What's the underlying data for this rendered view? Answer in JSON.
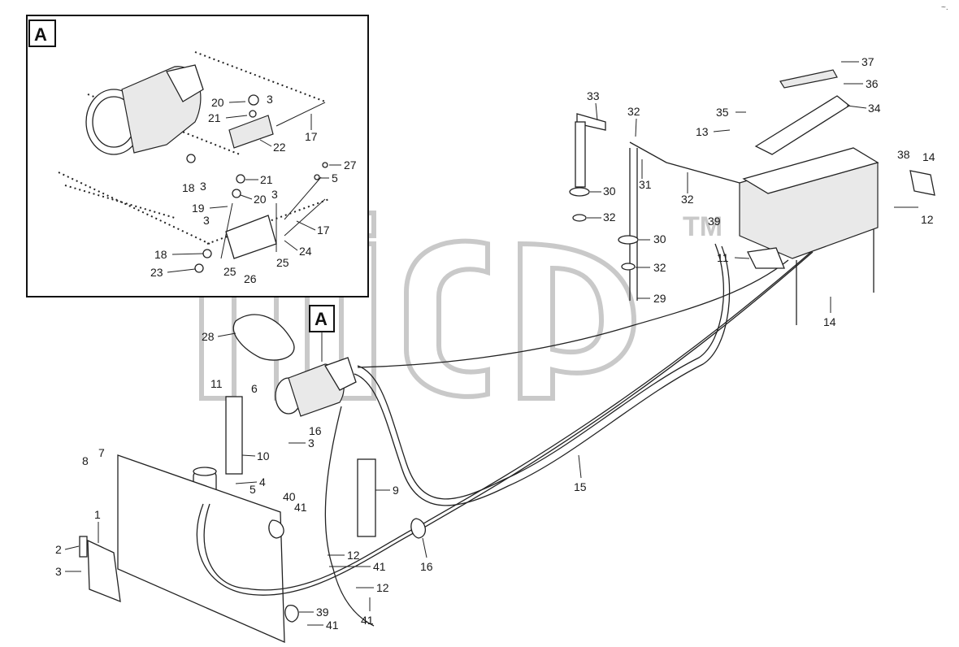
{
  "detail_box": {
    "letter": "A"
  },
  "callout_box": {
    "letter": "A"
  },
  "watermark": {
    "text": "TM"
  },
  "corner_mark": "~.",
  "labels": {
    "l1": "1",
    "l2": "2",
    "l3a": "3",
    "l3b": "3",
    "l3c": "3",
    "l3d": "3",
    "l3e": "3",
    "l3f": "3",
    "l4": "4",
    "l5a": "5",
    "l5b": "5",
    "l6": "6",
    "l7": "7",
    "l8": "8",
    "l9": "9",
    "l10": "10",
    "l11a": "11",
    "l11b": "11",
    "l12a": "12",
    "l12b": "12",
    "l12c": "12",
    "l13": "13",
    "l14a": "14",
    "l14b": "14",
    "l15": "15",
    "l16a": "16",
    "l16b": "16",
    "l17a": "17",
    "l17b": "17",
    "l18a": "18",
    "l18b": "18",
    "l19": "19",
    "l20a": "20",
    "l20b": "20",
    "l21a": "21",
    "l21b": "21",
    "l22": "22",
    "l23": "23",
    "l24": "24",
    "l25a": "25",
    "l25b": "25",
    "l26": "26",
    "l27": "27",
    "l28": "28",
    "l29": "29",
    "l30a": "30",
    "l30b": "30",
    "l31": "31",
    "l32a": "32",
    "l32b": "32",
    "l32c": "32",
    "l32d": "32",
    "l33": "33",
    "l34": "34",
    "l35": "35",
    "l36": "36",
    "l37": "37",
    "l38": "38",
    "l39a": "39",
    "l39b": "39",
    "l40": "40",
    "l41a": "41",
    "l41b": "41",
    "l41c": "41",
    "l41d": "41"
  }
}
